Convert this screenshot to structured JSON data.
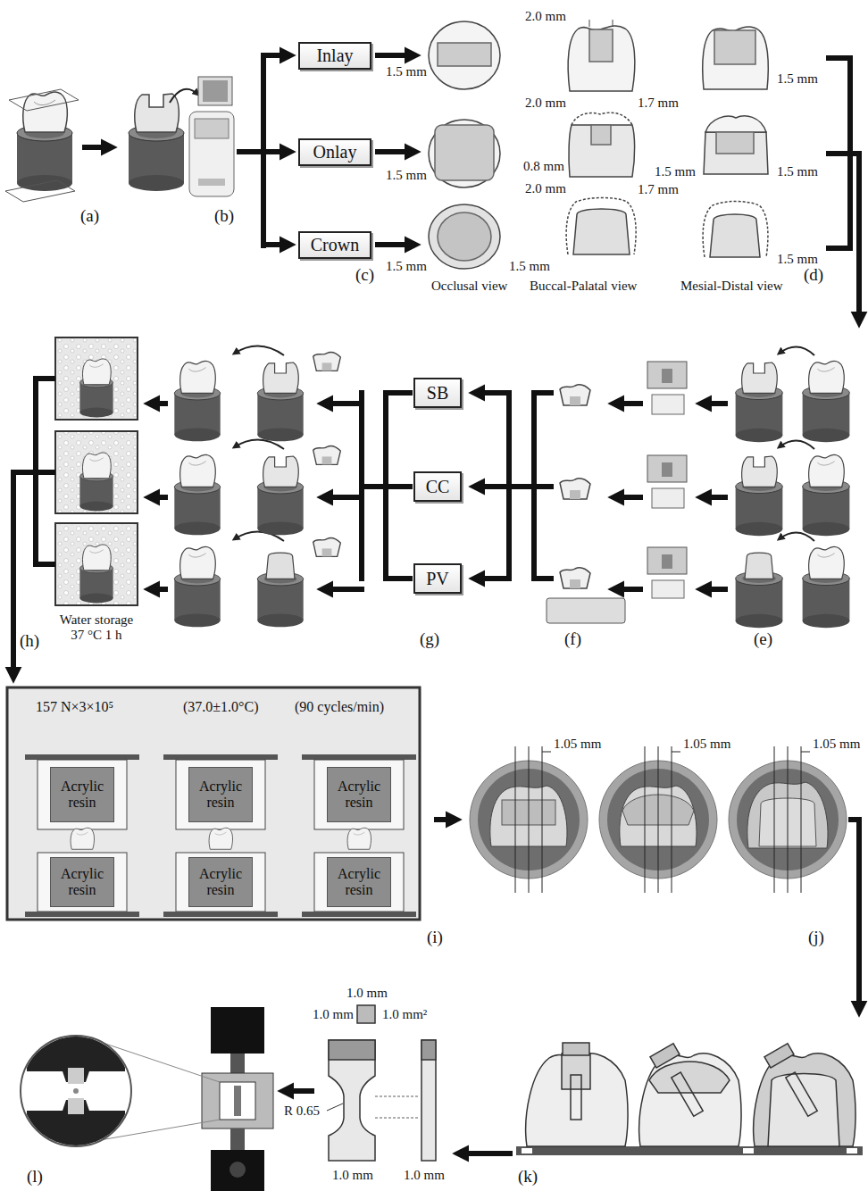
{
  "diagram": {
    "nodes": [
      {
        "text": [
          "Inlay"
        ]
      },
      {
        "text": [
          "Onlay"
        ]
      },
      {
        "text": [
          "Crown"
        ]
      },
      {
        "text": [
          "SB"
        ]
      },
      {
        "text": [
          "CC"
        ]
      },
      {
        "text": [
          "PV"
        ]
      },
      {
        "text": [
          "Acrylic resin"
        ]
      },
      {
        "text": [
          "Acrylic resin"
        ]
      },
      {
        "text": [
          "Acrylic resin"
        ]
      },
      {
        "text": [
          "Acrylic resin"
        ]
      },
      {
        "text": [
          "Acrylic resin"
        ]
      },
      {
        "text": [
          "Acrylic resin"
        ]
      }
    ],
    "labels": [
      "2.0 mm",
      "1.5 mm",
      "1.5 mm",
      "2.0 mm",
      "1.7 mm",
      "1.5 mm",
      "0.8 mm",
      "1.5 mm",
      "1.5 mm",
      "2.0 mm",
      "1.7 mm",
      "(a)",
      "(b)",
      "1.5 mm",
      "1.5 mm",
      "1.5 mm",
      "(c)",
      "Occlusal view",
      "Buccal-Palatal view",
      "Mesial-Distal view",
      "(d)",
      "Water storage 37 °C 1 h",
      "(h)",
      "(g)",
      "(f)",
      "(e)",
      "157 N×3×10⁵",
      "(37.0±1.0°C)",
      "(90 cycles/min)",
      "1.05 mm",
      "1.05 mm",
      "1.05 mm",
      "(i)",
      "(j)",
      "1.0 mm",
      "1.0 mm",
      "1.0 mm²",
      "R 0.65",
      "1.0 mm",
      "1.0 mm",
      "(k)",
      "(l)"
    ]
  }
}
